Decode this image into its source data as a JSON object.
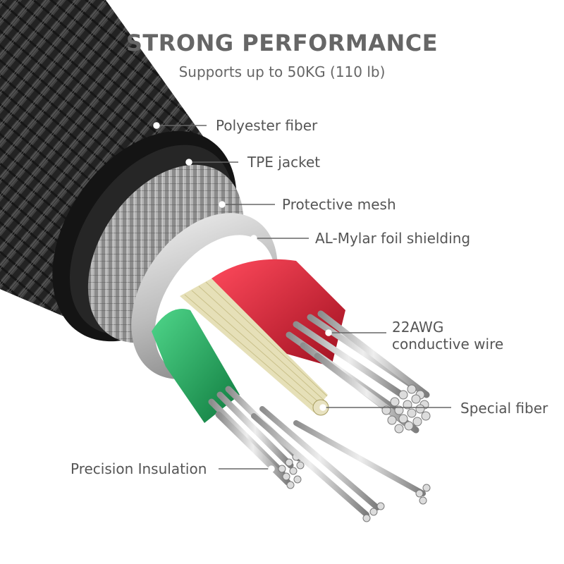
{
  "header": {
    "title": "STRONG PERFORMANCE",
    "subtitle": "Supports up to 50KG (110 lb)"
  },
  "callouts": {
    "polyester": "Polyester fiber",
    "tpe": "TPE jacket",
    "mesh": "Protective mesh",
    "mylar": "AL-Mylar foil shielding",
    "awg_line1": "22AWG",
    "awg_line2": "conductive wire",
    "special": "Special fiber",
    "insulation": "Precision Insulation"
  },
  "colors": {
    "text": "#555555",
    "braid": "#2b2b2b",
    "jacket": "#151515",
    "foil": "#d9d9d9",
    "red_insulation": "#d81e34",
    "green_insulation": "#1fa35a",
    "strands": "#c9c9c9",
    "fiber": "#e6e0b8"
  }
}
